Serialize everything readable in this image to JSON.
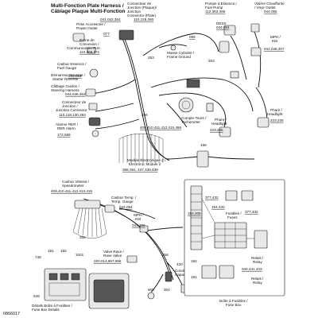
{
  "title": {
    "line1": "Multi-Fonction Plate Harness /",
    "line2": "Câblage Plaque Multi-Fonction"
  },
  "labels": {
    "connecteur_plaque": [
      "Connecteur de",
      "Jonction (Plaque)/",
      "Junction",
      "Connector (Plate)"
    ],
    "pompe": [
      "Pompe à Essence /",
      "Fuel Pump"
    ],
    "visiere": [
      "Visière Chauffante",
      "/ Visor Outlet"
    ],
    "prise_acc": [
      "Prise Accessoire /",
      "Power Outlet"
    ],
    "borne": [
      "Borne de",
      "Connexion /",
      "Communication Port"
    ],
    "masse": [
      "Masse Cylindre /",
      "Frame Ground"
    ],
    "mph_top": [
      "MPH /",
      "KM"
    ],
    "dess": [
      "DESS"
    ],
    "cadran_fuel": [
      "Cadran Essence /",
      "Fuel Gauge"
    ],
    "demarreur": [
      "Démarreur Reverse /",
      "Starter Reverse"
    ],
    "guidon": [
      "Câblage Guidon /",
      "Steering Harness"
    ],
    "connecteur_junction": [
      "Connecteur de",
      "Jonction /",
      "Junction Connector"
    ],
    "alarme": [
      "Alarme RER /",
      "RER Alarm"
    ],
    "compte_tours": [
      "Compte-Tours /",
      "Tachometer"
    ],
    "phare_1": [
      "Phare /",
      "Headlight"
    ],
    "phare_2": [
      "Phare /",
      "Headlight"
    ],
    "module": [
      "Module Électronique 2 /",
      "Electronic Module 2"
    ],
    "cadran_vitesse": [
      "Cadran Vitesse /",
      "Speedometer"
    ],
    "cadran_temp": [
      "Cadran Temp. /",
      "Temp. Gauge"
    ],
    "mph_bottom": [
      "MPH /",
      "KM"
    ],
    "valve": [
      "Valve Rave /",
      "Rave Valve"
    ],
    "fusibles": [
      "Fusibles /",
      "Fuses"
    ],
    "relais_1": [
      "Relais /",
      "Relay"
    ],
    "relais_2": [
      "Relais /",
      "Relay"
    ],
    "condensateur": [
      "Condensateur /",
      "Capacitor"
    ],
    "details_boite": [
      "Détails Boîte à Fusibles /",
      "Fuse Box Details"
    ],
    "boite_fusibles": [
      "Boîte à Fusibles /",
      "Fuse Box"
    ]
  },
  "numbers": {
    "n_041_042_384": "041,042,384",
    "n_110_128_360": "110,128,360",
    "n_112_363_368": "112,363,368",
    "n_044_055": "044,055",
    "n_077": "077",
    "n_099": "099",
    "n_044_054_dess": "044,054",
    "n_110_366_371": "110,366,371",
    "n_253_a": "253",
    "n_253_b": "253",
    "n_042_046_307": "042,046,307",
    "n_044_054_fuel": "044,054",
    "n_044_046_363": "044,046,363",
    "n_110_118_130_364": "110,118,130,364",
    "n_172_569": "172,569",
    "n_256_a": "256",
    "n_409_417": "409,410,411,412,415,486",
    "n_223_225_a": "223,225",
    "n_223_225_b": "223,225",
    "n_196": "196",
    "n_388_428": "388,391, 437,438,439",
    "n_409_415": "409,410,411,412,413,415",
    "n_042_309": "042,309",
    "n_044_054_temp": "044,054",
    "n_255": "255",
    "n_191": "191",
    "n_192": "192",
    "n_748": "748",
    "n_1001": "1001",
    "n_020_847": "020,014,657,856",
    "n_256_b": "256",
    "n_420": "420",
    "n_900": "900",
    "n_304": "304",
    "n_649": "649",
    "n_377_432_a": "377,432",
    "n_377_432_b": "377,432",
    "n_194_432": "194,432",
    "n_192_205": "192,205",
    "n_034_431_433": "034,431,433",
    "n_192_b": "192",
    "n_191_b": "191"
  },
  "footer_ref": "0866017"
}
